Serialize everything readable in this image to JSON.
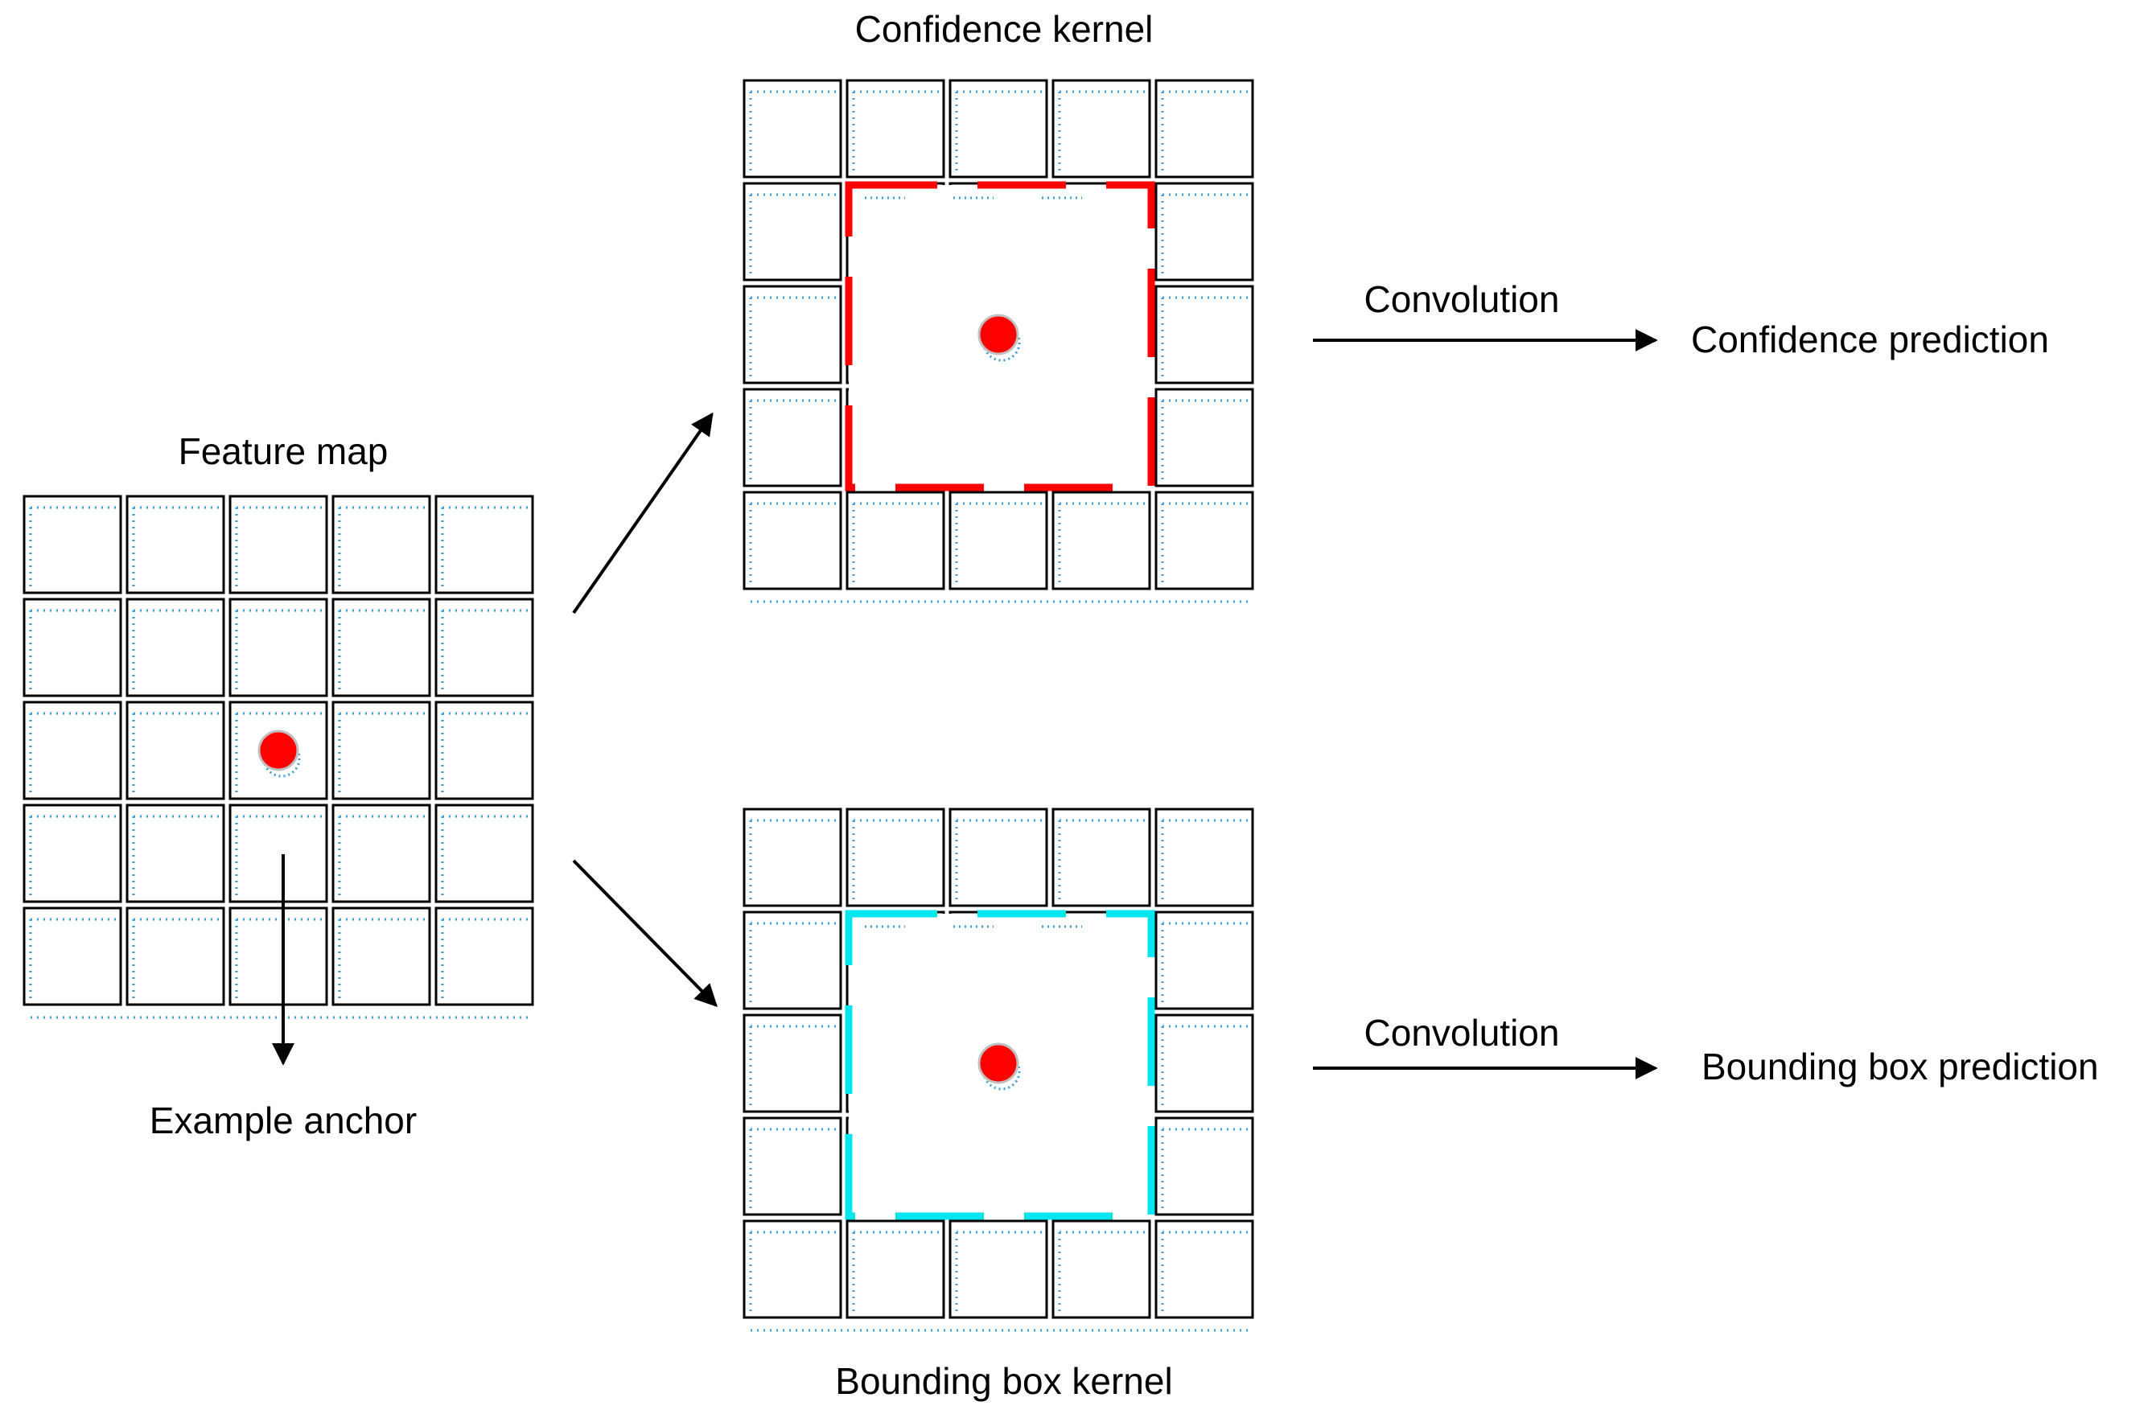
{
  "labels": {
    "feature_map": "Feature map",
    "example_anchor": "Example anchor",
    "confidence_kernel": "Confidence kernel",
    "bounding_box_kernel": "Bounding box kernel",
    "convolution_top": "Convolution",
    "convolution_bottom": "Convolution",
    "confidence_prediction": "Confidence prediction",
    "bounding_box_prediction": "Bounding box prediction"
  },
  "grids": {
    "feature_map": {
      "rows": 5,
      "cols": 5,
      "anchor": {
        "row": 2,
        "col": 2
      }
    },
    "confidence_kernel": {
      "rows": 5,
      "cols": 5,
      "kernel_rows": [
        1,
        3
      ],
      "kernel_cols": [
        1,
        3
      ],
      "anchor": {
        "row": 2,
        "col": 2
      }
    },
    "bounding_box_kernel": {
      "rows": 5,
      "cols": 5,
      "kernel_rows": [
        1,
        3
      ],
      "kernel_cols": [
        1,
        3
      ],
      "anchor": {
        "row": 2,
        "col": 2
      }
    }
  },
  "colors": {
    "grid_line": "#000000",
    "grid_dots": "#3a9fd6",
    "anchor": "#ff0000",
    "confidence_kernel": "#ff0000",
    "bounding_box_kernel": "#00e5ee",
    "arrow": "#000000"
  }
}
